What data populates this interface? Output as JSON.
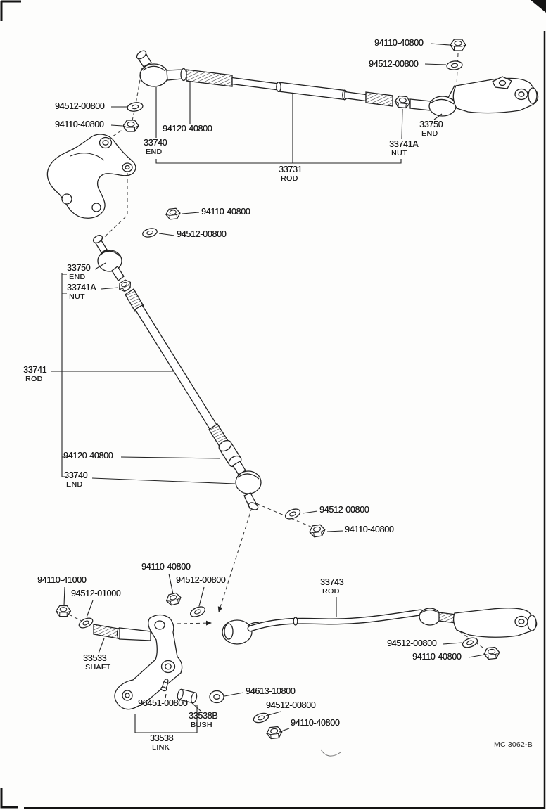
{
  "document": {
    "type": "parts-diagram",
    "figure_code": "MC 3062-B",
    "ink_color": "#1c1c1c",
    "paper_color": "#ffffff"
  },
  "callouts": {
    "top_nut": {
      "text": "94110-40800"
    },
    "top_washer": {
      "text": "94512-00800"
    },
    "tl_washer": {
      "text": "94512-00800"
    },
    "tl_nut": {
      "text": "94110-40800"
    },
    "top_clamp": {
      "text": "94120-40800"
    },
    "top_end_left": {
      "text": "33740",
      "sub": "END"
    },
    "top_end_right": {
      "text": "33750",
      "sub": "END"
    },
    "top_rod_nut": {
      "text": "33741A",
      "sub": "NUT"
    },
    "relay_rod": {
      "text": "33731",
      "sub": "ROD"
    },
    "mid_nut": {
      "text": "94110-40800"
    },
    "mid_washer": {
      "text": "94512-00800"
    },
    "mid_end_upper": {
      "text": "33750",
      "sub": "END"
    },
    "mid_rod_nut": {
      "text": "33741A",
      "sub": "NUT"
    },
    "control_rod": {
      "text": "33741",
      "sub": "ROD"
    },
    "mid_clamp": {
      "text": "94120-40800"
    },
    "mid_end_lower": {
      "text": "33740",
      "sub": "END"
    },
    "mid2_washer": {
      "text": "94512-00800"
    },
    "mid2_nut": {
      "text": "94110-40800"
    },
    "link_nut_upper": {
      "text": "94110-40800"
    },
    "link_washer_upper": {
      "text": "94512-00800"
    },
    "cross_rod": {
      "text": "33743",
      "sub": "ROD"
    },
    "shaft_nut": {
      "text": "94110-41000"
    },
    "shaft_washer": {
      "text": "94512-01000"
    },
    "cross_shaft": {
      "text": "33533",
      "sub": "SHAFT"
    },
    "right_washer": {
      "text": "94512-00800"
    },
    "right_nut": {
      "text": "94110-40800"
    },
    "grommet": {
      "text": "94613-10800"
    },
    "grease_fitting": {
      "text": "96451-00800"
    },
    "bottom_washer": {
      "text": "94512-00800"
    },
    "bush": {
      "text": "33538B",
      "sub": "BUSH"
    },
    "bottom_nut": {
      "text": "94110-40800"
    },
    "link": {
      "text": "33538",
      "sub": "LINK"
    }
  }
}
